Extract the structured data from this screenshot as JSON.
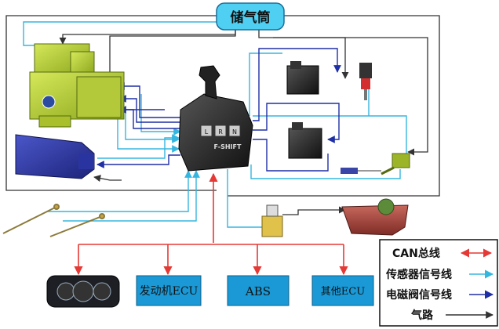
{
  "tank": {
    "label": "储气筒"
  },
  "bus_nodes": {
    "engine_ecu": "发动机ECU",
    "abs": "ABS",
    "other_ecu": "其他ECU"
  },
  "shifter": {
    "brand": "F-SHIFT",
    "keys": [
      "L",
      "R",
      "N"
    ]
  },
  "legend": {
    "items": [
      {
        "label": "CAN总线",
        "color": "#e53935"
      },
      {
        "label": "传感器信号线",
        "color": "#35b6df"
      },
      {
        "label": "电磁阀信号线",
        "color": "#1f2fa6"
      },
      {
        "label": "气路",
        "color": "#333333"
      }
    ]
  },
  "colors": {
    "can": "#e53935",
    "sensor": "#35b6df",
    "valve": "#1f2fa6",
    "air": "#333333",
    "node_fill": "#1a99d6",
    "tank_fill": "#4fd0f2"
  }
}
